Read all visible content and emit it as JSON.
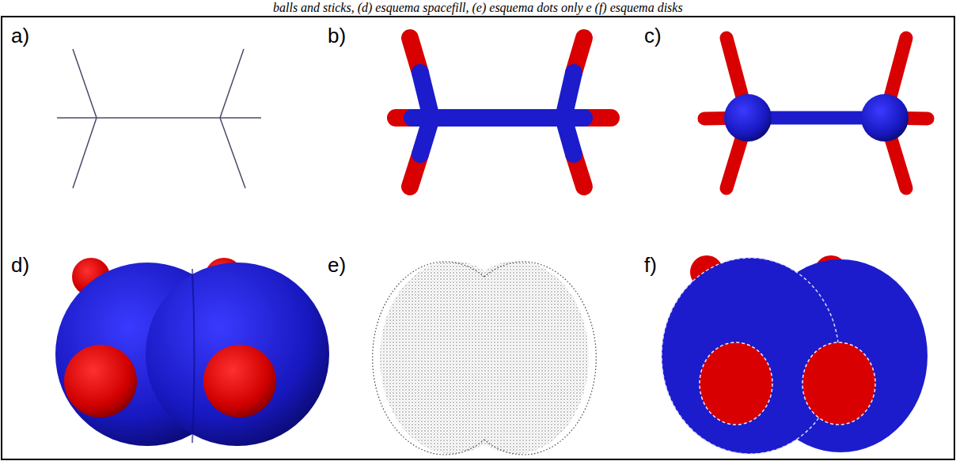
{
  "diagram": {
    "caption": "balls and sticks, (d) esquema spacefill, (e) esquema dots only e (f) esquema disks",
    "labels": [
      "a)",
      "b)",
      "c)",
      "d)",
      "e)",
      "f)"
    ]
  }
}
